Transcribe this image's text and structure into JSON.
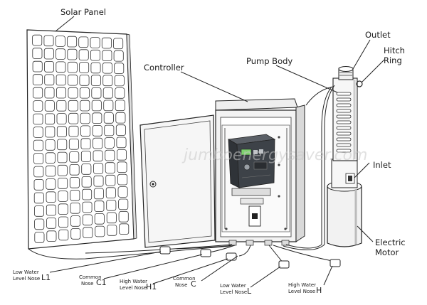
{
  "labels": {
    "solar_panel": "Solar Panel",
    "controller": "Controller",
    "pump_body": "Pump Body",
    "outlet": "Outlet",
    "hitch_line1": "Hitch",
    "hitch_line2": "Ring",
    "inlet": "Inlet",
    "motor_line1": "Electric",
    "motor_line2": "Motor"
  },
  "sensors": {
    "l1": {
      "line1": "Low Water",
      "line2": "Level Nose",
      "letter": "L1"
    },
    "c1": {
      "line1": "Common",
      "line2": "Nose",
      "letter": "C1"
    },
    "h1": {
      "line1": "High Water",
      "line2": "Level Nose",
      "letter": "H1"
    },
    "c": {
      "line1": "Common",
      "line2": "Nose",
      "letter": "C"
    },
    "l": {
      "line1": "Low Water",
      "line2": "Level Nose",
      "letter": "L"
    },
    "h": {
      "line1": "High Water",
      "line2": "Level Nose",
      "letter": "H"
    }
  },
  "watermark": "jumboenergysaver.com"
}
